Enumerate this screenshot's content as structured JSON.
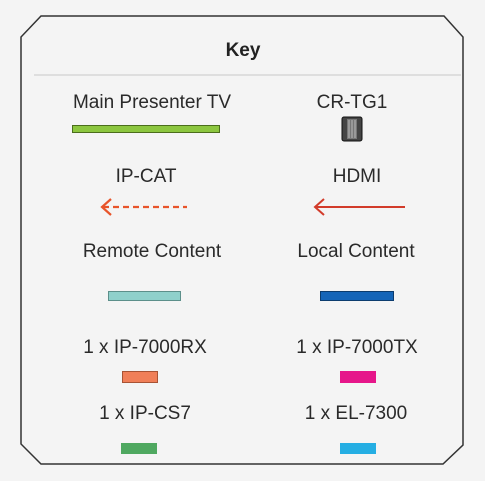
{
  "title": "Key",
  "legend": {
    "main_presenter_tv": {
      "label": "Main Presenter TV",
      "color": "#8cc63f"
    },
    "cr_tg1": {
      "label": "CR-TG1",
      "color": "#333333"
    },
    "ip_cat": {
      "label": "IP-CAT",
      "color": "#e8542a"
    },
    "hdmi": {
      "label": "HDMI",
      "color": "#d23b2a"
    },
    "remote_content": {
      "label": "Remote Content",
      "color": "#8fd0cb"
    },
    "local_content": {
      "label": "Local Content",
      "color": "#1565b8"
    },
    "ip_7000rx": {
      "label": "1 x IP-7000RX",
      "color": "#f07f58"
    },
    "ip_7000tx": {
      "label": "1 x IP-7000TX",
      "color": "#e6168a"
    },
    "ip_cs7": {
      "label": "1 x IP-CS7",
      "color": "#4fa860"
    },
    "el_7300": {
      "label": "1 x EL-7300",
      "color": "#25aee3"
    }
  }
}
